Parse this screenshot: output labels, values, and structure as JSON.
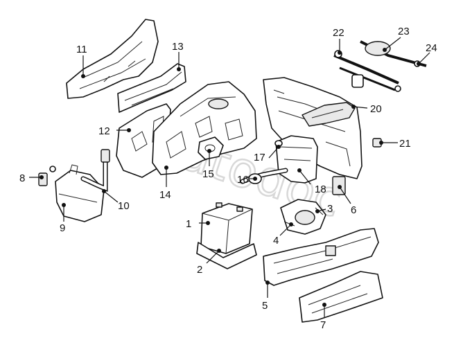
{
  "diagram": {
    "watermark": "autodoc",
    "callouts": [
      {
        "id": "1",
        "label": "1"
      },
      {
        "id": "2",
        "label": "2"
      },
      {
        "id": "3",
        "label": "3"
      },
      {
        "id": "4",
        "label": "4"
      },
      {
        "id": "5",
        "label": "5"
      },
      {
        "id": "6",
        "label": "6"
      },
      {
        "id": "7",
        "label": "7"
      },
      {
        "id": "8",
        "label": "8"
      },
      {
        "id": "9",
        "label": "9"
      },
      {
        "id": "10",
        "label": "10"
      },
      {
        "id": "11",
        "label": "11"
      },
      {
        "id": "12",
        "label": "12"
      },
      {
        "id": "13",
        "label": "13"
      },
      {
        "id": "14",
        "label": "14"
      },
      {
        "id": "15",
        "label": "15"
      },
      {
        "id": "16",
        "label": "16"
      },
      {
        "id": "17",
        "label": "17"
      },
      {
        "id": "18",
        "label": "18"
      },
      {
        "id": "20",
        "label": "20"
      },
      {
        "id": "21",
        "label": "21"
      },
      {
        "id": "22",
        "label": "22"
      },
      {
        "id": "23",
        "label": "23"
      },
      {
        "id": "24",
        "label": "24"
      }
    ]
  }
}
